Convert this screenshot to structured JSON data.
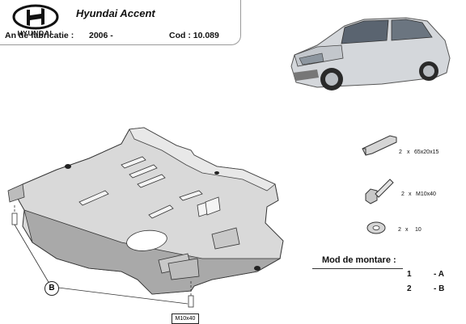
{
  "brand": {
    "logo_icon": "hyundai-logo-icon",
    "wordmark": "HYUNDAI"
  },
  "header": {
    "model": "Hyundai Accent",
    "year_label": "An de fabricatie :",
    "year_value": "2006 -",
    "code_label": "Cod : 10.089"
  },
  "parts": [
    {
      "icon": "bracket-icon",
      "qty": "2",
      "x": "x",
      "spec": "65x20x15"
    },
    {
      "icon": "bolt-icon",
      "qty": "2",
      "x": "x",
      "spec": "M10x40"
    },
    {
      "icon": "washer-icon",
      "qty": "2",
      "x": "x",
      "spec": "10"
    }
  ],
  "assembly": {
    "title": "Mod de montare :",
    "steps": [
      {
        "num": "1",
        "code": "- A"
      },
      {
        "num": "2",
        "code": "- B"
      }
    ]
  },
  "callout": {
    "letter": "B",
    "bolt_label": "M10x40"
  },
  "colors": {
    "plate": "#d9d9d9",
    "plate_dark": "#a9a9a9",
    "outline": "#333333"
  }
}
